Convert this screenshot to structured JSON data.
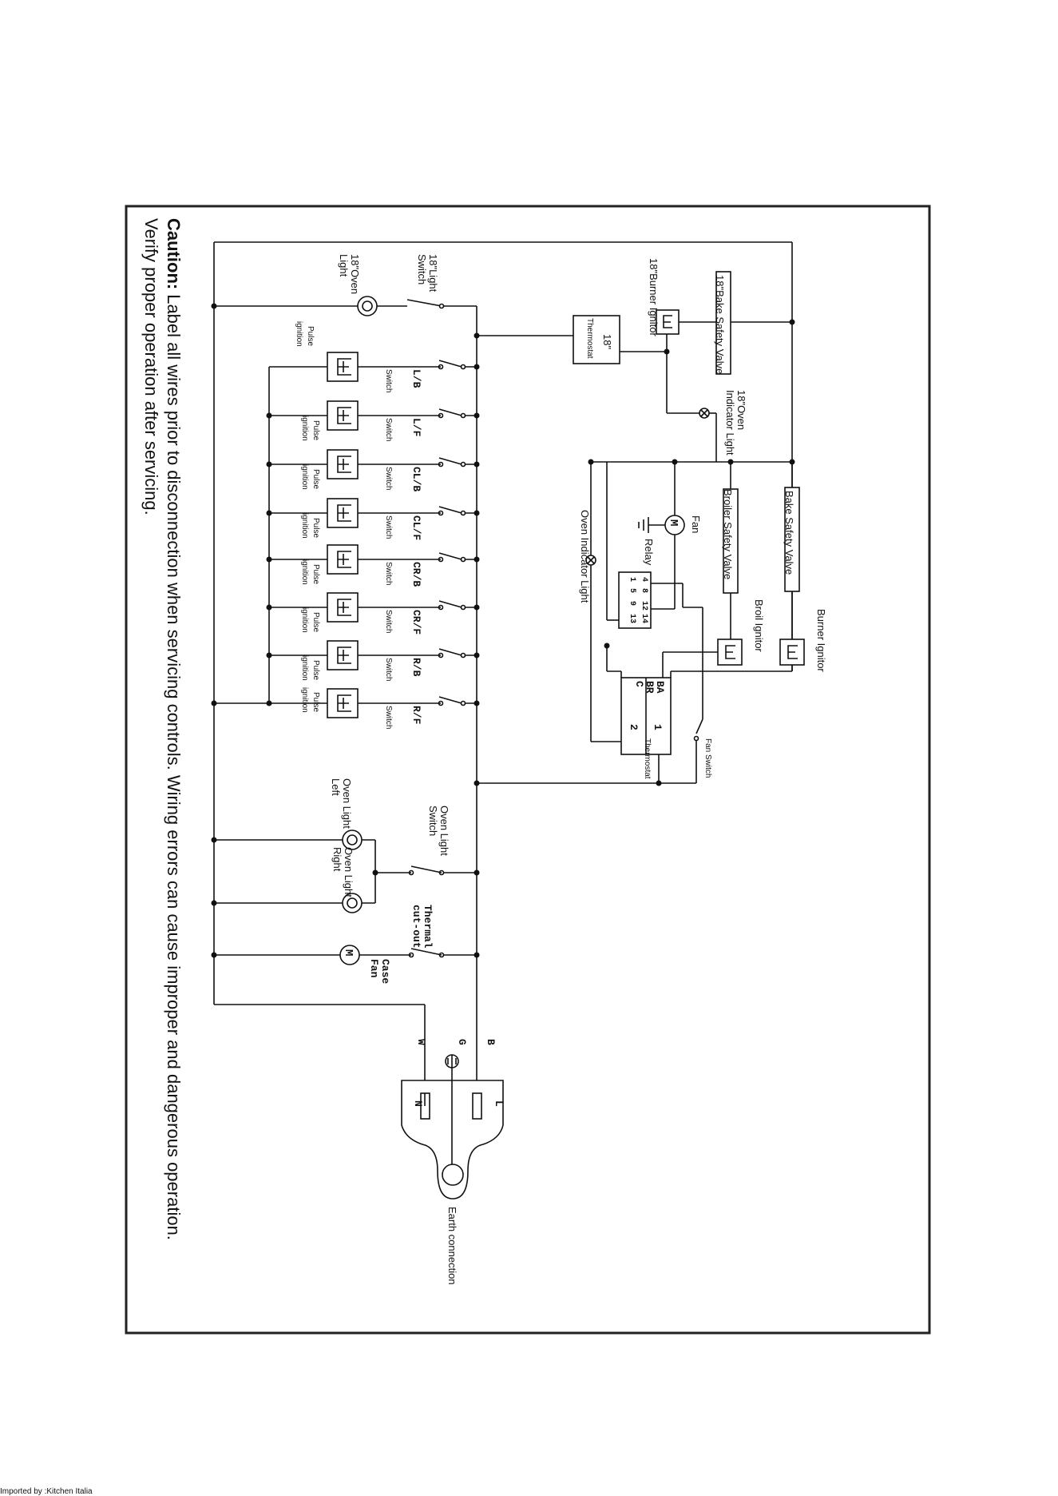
{
  "caption": {
    "bold": "Caution:",
    "line1": "Label all wires prior to disconnection when servicing controls. Wiring errors can cause improper and dangerous operation.",
    "line2": "Verify proper operation after servicing."
  },
  "top_section": {
    "light_switch": [
      "18\"Light",
      "Switch"
    ],
    "oven_light": [
      "18\"Oven",
      "Light"
    ],
    "thermostat": [
      "18\"",
      "Thermostat"
    ],
    "burner_ignitor": "18\"Burner Ignitor",
    "bake_safety_valve": "18\"Bake Safety Valve",
    "indicator_light": [
      "18\"Oven",
      "Indicator Light"
    ]
  },
  "burners": [
    {
      "code": "L/B",
      "switch": "Switch",
      "ignition": [
        "Pulse",
        "ignition"
      ]
    },
    {
      "code": "L/F",
      "switch": "Switch",
      "ignition": [
        "Pulse",
        "ignition"
      ]
    },
    {
      "code": "CL/B",
      "switch": "Switch",
      "ignition": [
        "Pulse",
        "ignition"
      ]
    },
    {
      "code": "CL/F",
      "switch": "Switch",
      "ignition": [
        "Pulse",
        "ignition"
      ]
    },
    {
      "code": "CR/B",
      "switch": "Switch",
      "ignition": [
        "Pulse",
        "ignition"
      ]
    },
    {
      "code": "CR/F",
      "switch": "Switch",
      "ignition": [
        "Pulse",
        "ignition"
      ]
    },
    {
      "code": "R/B",
      "switch": "Switch",
      "ignition": [
        "Pulse",
        "ignition"
      ]
    },
    {
      "code": "R/F",
      "switch": "Switch",
      "ignition": [
        "Pulse",
        "ignition"
      ]
    }
  ],
  "main_oven": {
    "bake_safety_valve": "Bake Safety Valve",
    "broiler_safety_valve": "Broiler Safety Valve",
    "burner_ignitor": "Burner Ignitor",
    "broil_ignitor": "Broil Ignitor",
    "fan": "Fan",
    "relay": "Relay",
    "relay_pins": [
      "4",
      "8",
      "12",
      "14",
      "1",
      "5",
      "9",
      "13"
    ],
    "oven_indicator_light": "Oven Indicator Light",
    "thermostat": "Thermostat",
    "thermostat_terminals": [
      "BA",
      "BR",
      "C",
      "1",
      "2"
    ],
    "fan_switch": "Fan Switch"
  },
  "lights": {
    "switch": [
      "Oven Light",
      "Switch"
    ],
    "left": [
      "Oven Light",
      "Left"
    ],
    "right": [
      "Oven Light",
      "Right"
    ],
    "thermal": [
      "Thermal",
      "cut-out"
    ],
    "case_fan": [
      "Case",
      "Fan"
    ]
  },
  "plug": {
    "wire_b": "B",
    "wire_g": "G",
    "wire_w": "W",
    "pin_l": "L",
    "pin_n": "N",
    "earth": "Earth connection"
  },
  "footer_text": "Imported by :Kitchen Italia"
}
